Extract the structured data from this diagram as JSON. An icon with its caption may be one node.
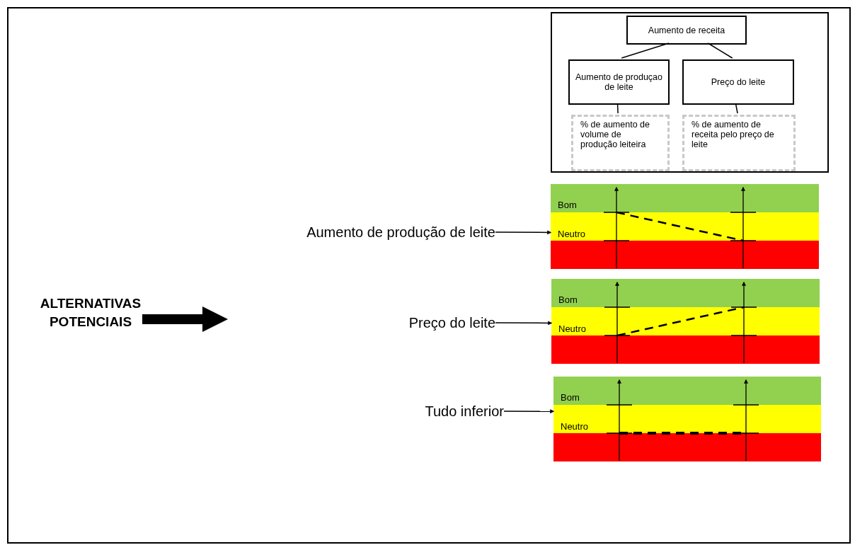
{
  "diagram": {
    "nodes": [
      {
        "text": [
          "ALTERNATIVAS POTENCIAIS"
        ]
      },
      {
        "text": [],
        "shape": "box"
      },
      {
        "text": [
          "Aumento de receita"
        ],
        "in": 1
      },
      {
        "text": [
          "Aumento de produçao de leite"
        ],
        "in": 1
      },
      {
        "text": [
          "Preço do leite"
        ],
        "in": 1
      },
      {
        "text": [
          "% de aumento de volume de produção leiteira"
        ],
        "in": 1
      },
      {
        "text": [
          "% de aumento de receita pelo preço de leite"
        ],
        "in": 1
      },
      {
        "text": [
          "Aumento de produção de leite"
        ]
      },
      {
        "text": [
          "Preço do leite"
        ]
      },
      {
        "text": [
          "Tudo inferior"
        ]
      },
      {
        "text": [
          "Bom",
          "Neutro"
        ]
      },
      {
        "text": [
          "Bom",
          "Neutro"
        ]
      },
      {
        "text": [
          "Bom",
          "Neutro"
        ]
      }
    ],
    "edges": [
      {
        "from": 0,
        "to": null,
        "arrow": "to",
        "style": "thick"
      },
      {
        "from": 2,
        "to": 3,
        "arrow": "none"
      },
      {
        "from": 2,
        "to": 4,
        "arrow": "none"
      },
      {
        "from": 3,
        "to": 5,
        "arrow": "none"
      },
      {
        "from": 4,
        "to": 6,
        "arrow": "none"
      },
      {
        "from": 7,
        "to": 10,
        "arrow": "to"
      },
      {
        "from": 8,
        "to": 11,
        "arrow": "to"
      },
      {
        "from": 9,
        "to": 12,
        "arrow": "to"
      }
    ]
  }
}
